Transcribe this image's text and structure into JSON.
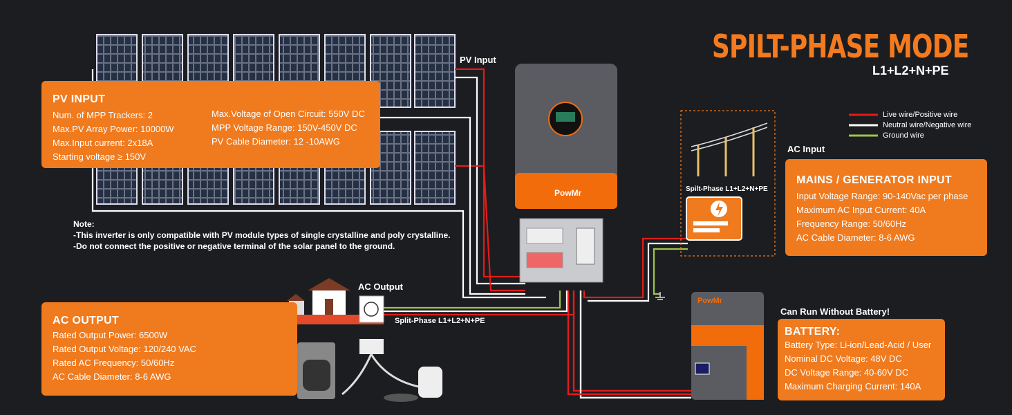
{
  "title": "SPILT-PHASE MODE",
  "subtitle": "L1+L2+N+PE",
  "legend": {
    "live": "Live wire/Positive wire",
    "neutral": "Neutral wire/Negative wire",
    "ground": "Ground wire"
  },
  "colors": {
    "accent": "#f07a1e",
    "live": "#e21c1c",
    "neutral": "#ffffff",
    "ground": "#9fc54a",
    "background": "#1c1d20"
  },
  "labels": {
    "pv_input": "PV Input",
    "ac_input": "AC Input",
    "ac_output": "AC Output",
    "grid_phase": "Spilt-Phase L1+L2+N+PE",
    "output_phase": "Split-Phase L1+L2+N+PE",
    "can_run": "Can Run Without Battery!",
    "brand": "PowMr"
  },
  "pv_box": {
    "title": "PV INPUT",
    "left": [
      "Num. of MPP Trackers: 2",
      "Max.PV Array Power: 10000W",
      "Max.Input current: 2x18A",
      "Starting voltage ≥ 150V"
    ],
    "right": [
      "Max.Voltage of Open Circuit: 550V DC",
      "MPP Voltage Range: 150V-450V DC",
      "PV Cable Diameter: 12 -10AWG"
    ]
  },
  "mains_box": {
    "title": "MAINS / GENERATOR INPUT",
    "lines": [
      "Input Voltage Range: 90-140Vac per phase",
      "Maximum AC Input Current: 40A",
      "Frequency Range: 50/60Hz",
      "AC Cable Diameter: 8-6 AWG"
    ]
  },
  "ac_box": {
    "title": "AC OUTPUT",
    "lines": [
      "Rated Output Power: 6500W",
      "Rated Output Voltage: 120/240 VAC",
      "Rated AC Frequency: 50/60Hz",
      "AC Cable Diameter: 8-6 AWG"
    ]
  },
  "battery_box": {
    "title": "BATTERY:",
    "lines": [
      "Battery Type: Li-ion/Lead-Acid / User",
      "Nominal DC Voltage:  48V DC",
      "DC Voltage Range: 40-60V DC",
      "Maximum Charging Current: 140A"
    ]
  },
  "note": {
    "heading": "Note:",
    "lines": [
      "-This inverter is only compatible with PV module types of single crystalline and poly crystalline.",
      "-Do not connect the positive or negative terminal of the solar panel to the ground."
    ]
  }
}
